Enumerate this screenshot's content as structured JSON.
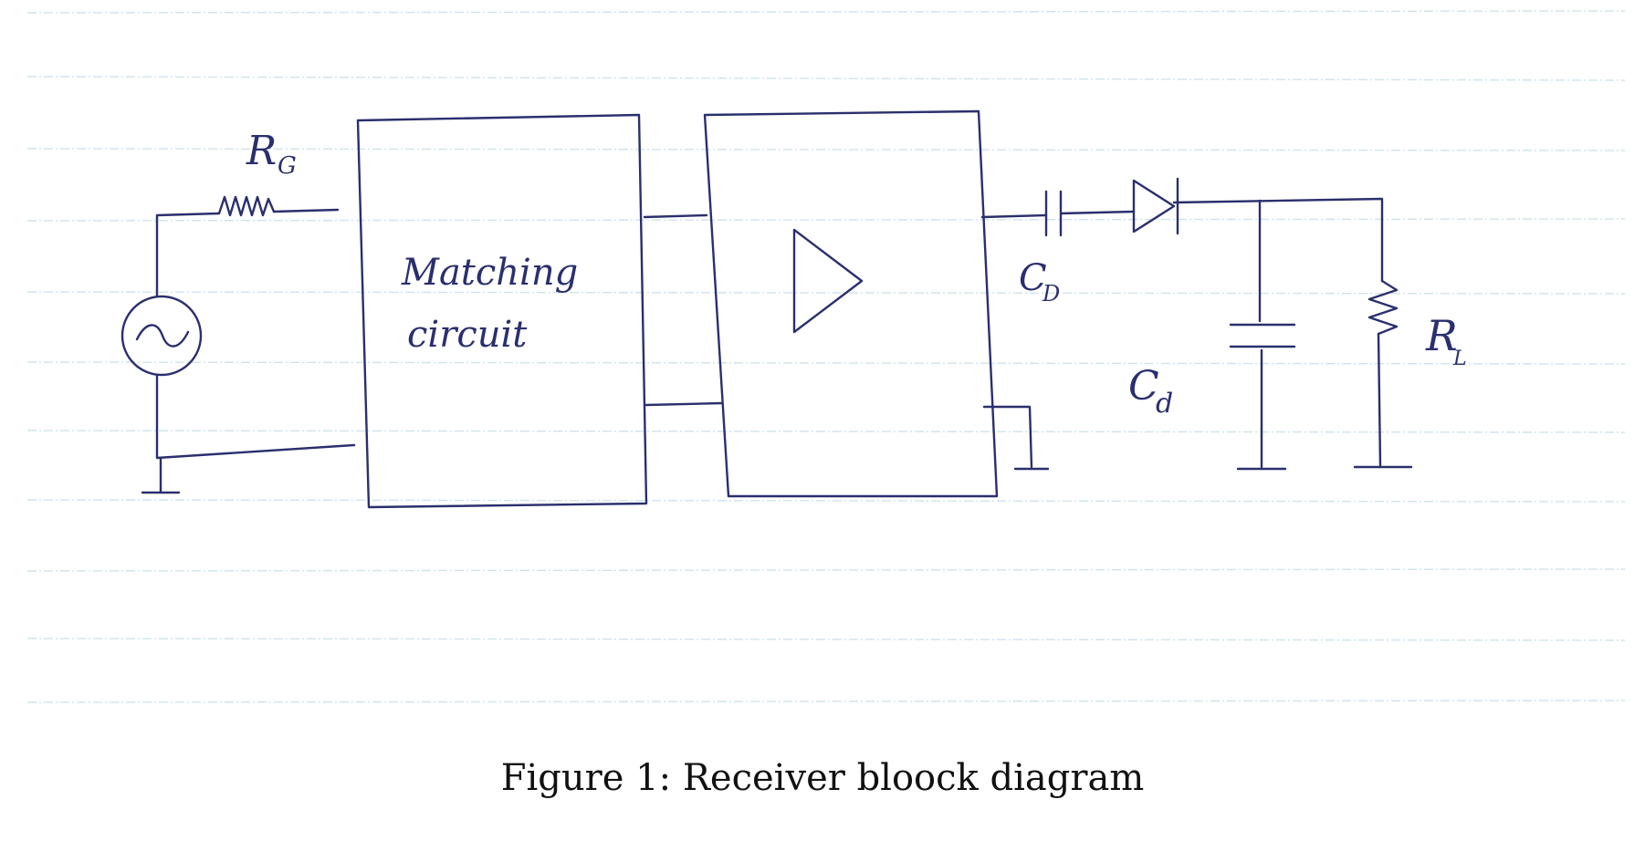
{
  "figure": {
    "caption": "Figure 1: Receiver bloock diagram"
  },
  "labels": {
    "source_resistor": "R",
    "source_resistor_sub": "G",
    "matching_line1": "Matching",
    "matching_line2": "circuit",
    "coupling_cap": "C",
    "coupling_cap_sub": "D",
    "detector_cap": "C",
    "detector_cap_sub": "d",
    "load_resistor": "R",
    "load_resistor_sub": "L"
  },
  "colors": {
    "ink": "#2a2f6e",
    "ruled_lines": "#cfe3ec",
    "caption": "#111111"
  }
}
